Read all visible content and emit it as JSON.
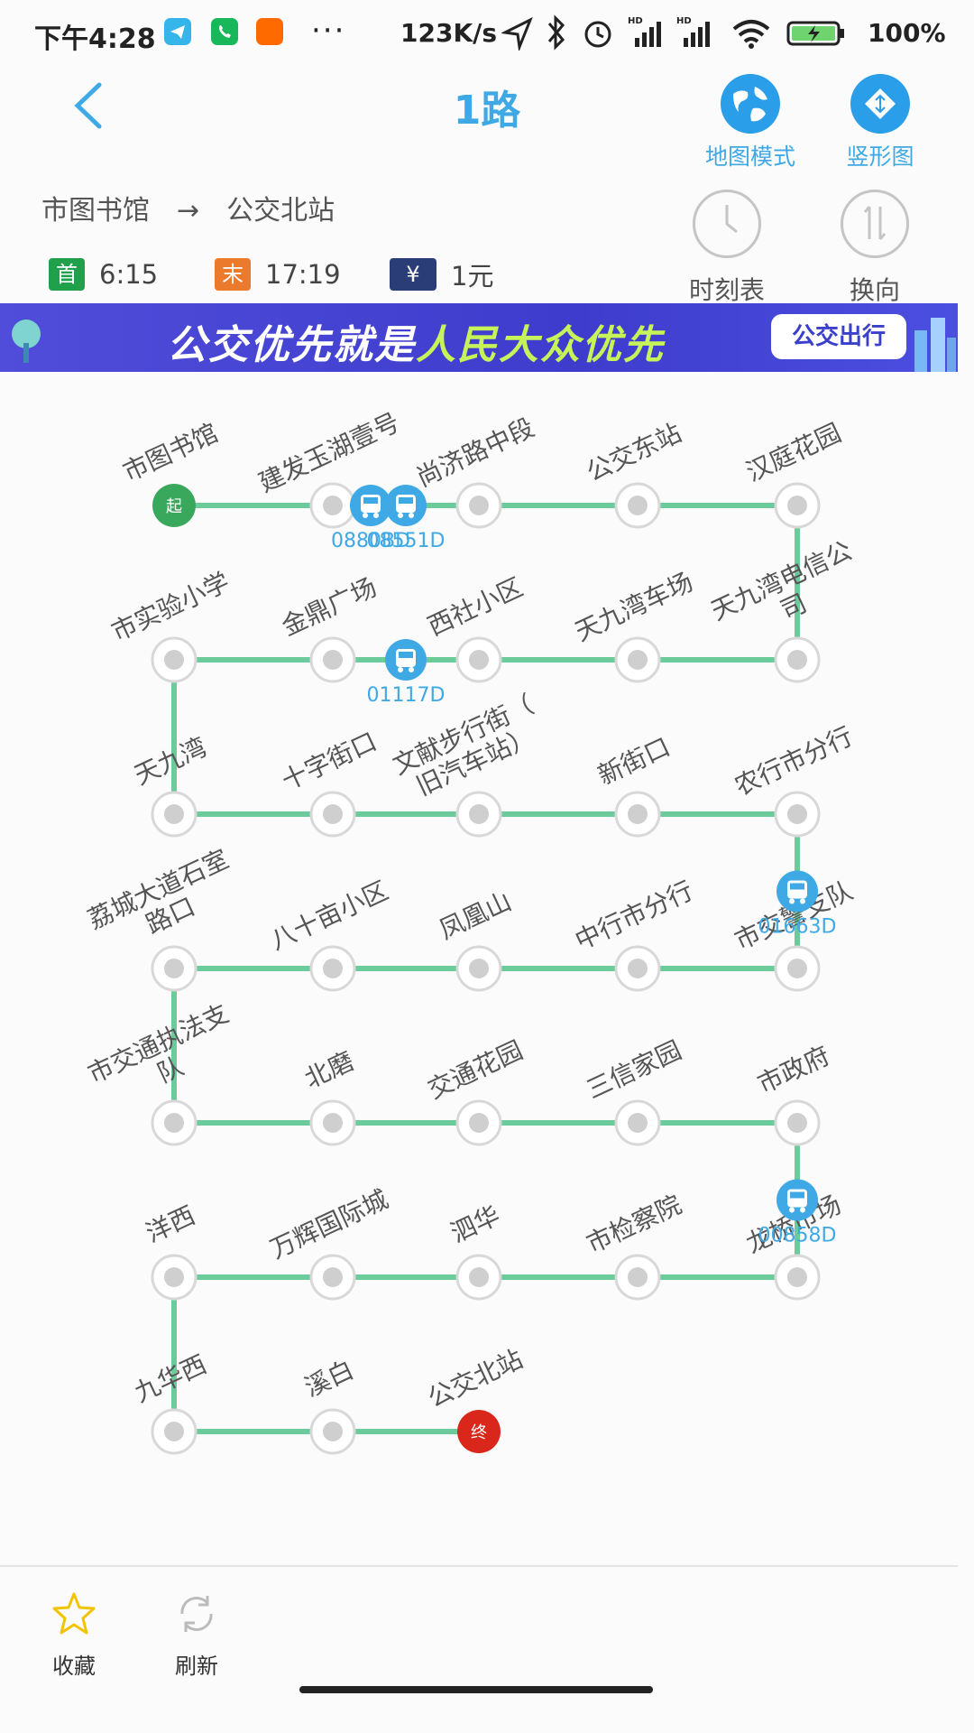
{
  "status_bar": {
    "time": "下午4:28",
    "dots": "···",
    "net_speed": "123K/s",
    "hd1": "HD",
    "hd2": "HD",
    "battery": "100%"
  },
  "header": {
    "title": "1路",
    "map_mode_label": "地图模式",
    "vertical_label": "竖形图"
  },
  "route": {
    "from": "市图书馆",
    "arrow": "→",
    "to": "公交北站"
  },
  "info": {
    "first_tag": "首",
    "first_time": "6:15",
    "last_tag": "末",
    "last_time": "17:19",
    "fare_tag": "¥",
    "fare": "1元"
  },
  "actions": {
    "timetable_label": "时刻表",
    "reverse_label": "换向"
  },
  "banner": {
    "text_a": "公交优先就是",
    "text_b": "人民大众优先",
    "badge": "公交出行"
  },
  "stops": [
    "市图书馆",
    "建发玉湖壹号",
    "尚济路中段",
    "公交东站",
    "汉庭花园",
    "天九湾电信公司",
    "天九湾车场",
    "西社小区",
    "金鼎广场",
    "市实验小学",
    "天九湾",
    "十字街口",
    "文献步行街（旧汽车站）",
    "新街口",
    "农行市分行",
    "市交警支队",
    "中行市分行",
    "凤凰山",
    "八十亩小区",
    "荔城大道石室路口",
    "市交通执法支队",
    "北磨",
    "交通花园",
    "三信家园",
    "市政府",
    "龙桥市场",
    "市检察院",
    "泗华",
    "万辉国际城",
    "洋西",
    "九华西",
    "溪白",
    "公交北站"
  ],
  "start_badge": "起",
  "end_badge": "终",
  "buses": [
    {
      "id": "08551D",
      "segment": "1-2"
    },
    {
      "id": "01117D",
      "segment": "7-8"
    },
    {
      "id": "01663D",
      "segment": "14-15"
    },
    {
      "id": "00858D",
      "segment": "24-25"
    }
  ],
  "overlapping_bus_label": "0880BD",
  "colors": {
    "line": "#6bcb9b",
    "accent": "#3fa9e6",
    "start": "#3aa85c",
    "end": "#d9281b",
    "bus": "#3fa9e6"
  },
  "bottom": {
    "favorite_label": "收藏",
    "refresh_label": "刷新"
  }
}
